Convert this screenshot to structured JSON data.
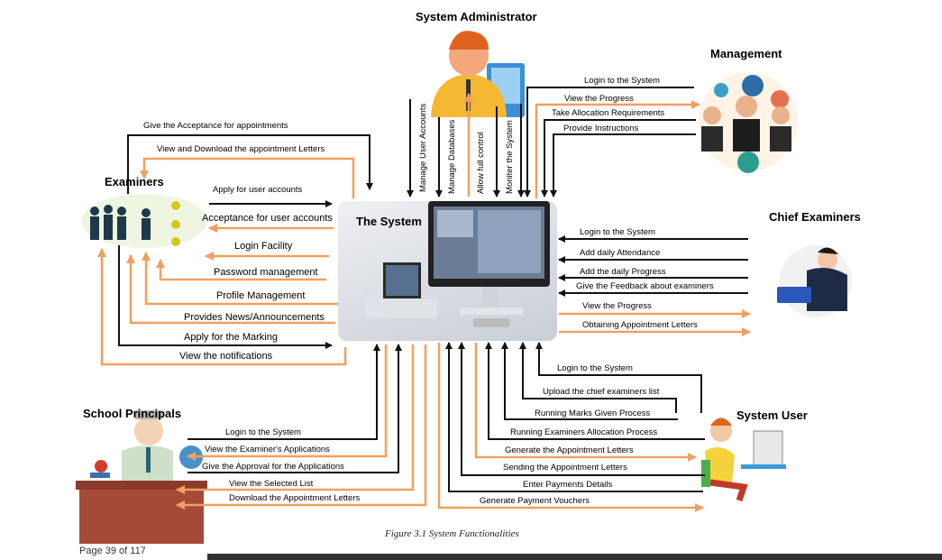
{
  "title_system": "The System",
  "actors": {
    "admin": "System Administrator",
    "management": "Management",
    "examiners": "Examiners",
    "chief": "Chief Examiners",
    "principals": "School Principals",
    "sysuser": "System User"
  },
  "admin_flows": [
    "Manage User Accounts",
    "Manage Databases",
    "Allow full control",
    "Moniter the System"
  ],
  "management_flows": [
    "Login to the System",
    "View the Progress",
    "Take Allocation Requirements",
    "Provide Instructions"
  ],
  "examiner_flows": [
    "Give the Acceptance for appointments",
    "View and Download the appointment Letters",
    "Apply for user accounts",
    "Acceptance for user accounts",
    "Login Facility",
    "Password management",
    "Profile Management",
    "Provides News/Announcements",
    "Apply for the Marking",
    "View the notifications"
  ],
  "chief_flows": [
    "Login to the System",
    "Add daily Attendance",
    "Add the daily Progress",
    "Give the Feedback about examiners",
    "View the Progress",
    "Obtaining Appointment Letters"
  ],
  "sysuser_flows": [
    "Login to the System",
    "Upload the chief examiners list",
    "Running Marks Given Process",
    "Running Examiners Allocation Process",
    "Generate the Appointment Letters",
    "Sending the Appointment Letters",
    "Enter Payments Details",
    "Generate Payment Vouchers"
  ],
  "principal_flows": [
    "Login to the System",
    "View the Examiner's Applications",
    "Give the Approval for the Applications",
    "View the Selected List",
    "Download the Appointment Letters"
  ],
  "caption": "Figure 3.1 System Functionalities",
  "page_label": "Page 39 of 117",
  "colors": {
    "black_arrow": "#111111",
    "orange_arrow": "#f0a060"
  }
}
